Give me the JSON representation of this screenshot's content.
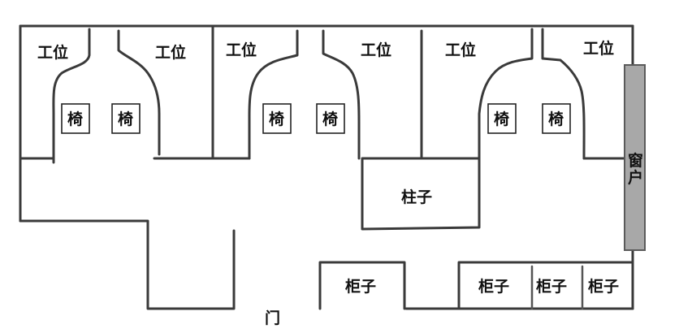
{
  "labels": {
    "workstation": "工位",
    "chair": "椅",
    "pillar": "柱子",
    "cabinet": "柜子",
    "door": "门",
    "window": "窗户"
  },
  "colors": {
    "wall": "#3a3a3a",
    "window_fill": "#a8a8a8",
    "background": "#ffffff"
  }
}
